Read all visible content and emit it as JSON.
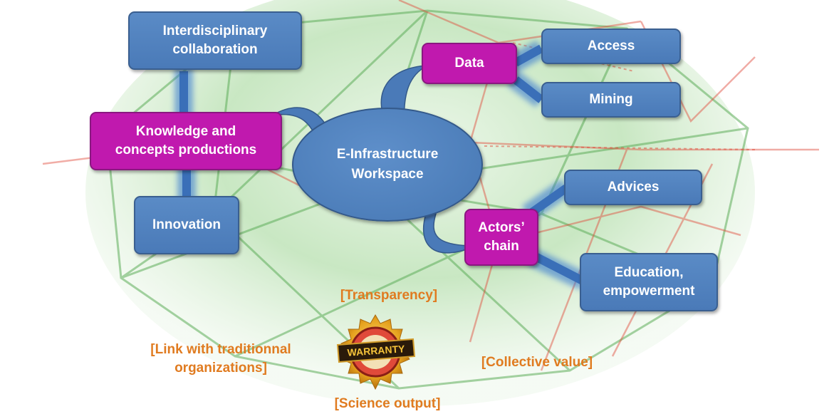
{
  "center": {
    "line1": "E-Infrastructure",
    "line2": "Workspace"
  },
  "boxes": {
    "interdisciplinary": {
      "line1": "Interdisciplinary",
      "line2": "collaboration"
    },
    "knowledge": {
      "line1": "Knowledge and",
      "line2": "concepts productions"
    },
    "innovation": "Innovation",
    "data": "Data",
    "access": "Access",
    "mining": "Mining",
    "actors": {
      "line1": "Actors’",
      "line2": "chain"
    },
    "advices": "Advices",
    "education": {
      "line1": "Education,",
      "line2": "empowerment"
    }
  },
  "labels": {
    "transparency": "[Transparency]",
    "link": {
      "line1": "[Link with traditionnal",
      "line2": "organizations]"
    },
    "collective": "[Collective value]",
    "science": "[Science output]"
  },
  "badge": {
    "text": "WARRANTY"
  },
  "colors": {
    "box_blue": "#4f82c0",
    "box_magenta": "#c019ae",
    "label_orange": "#e07b20",
    "connector_blue": "#2f6bb5",
    "background_green": "#7fc77f",
    "background_red": "#e04a3a"
  }
}
